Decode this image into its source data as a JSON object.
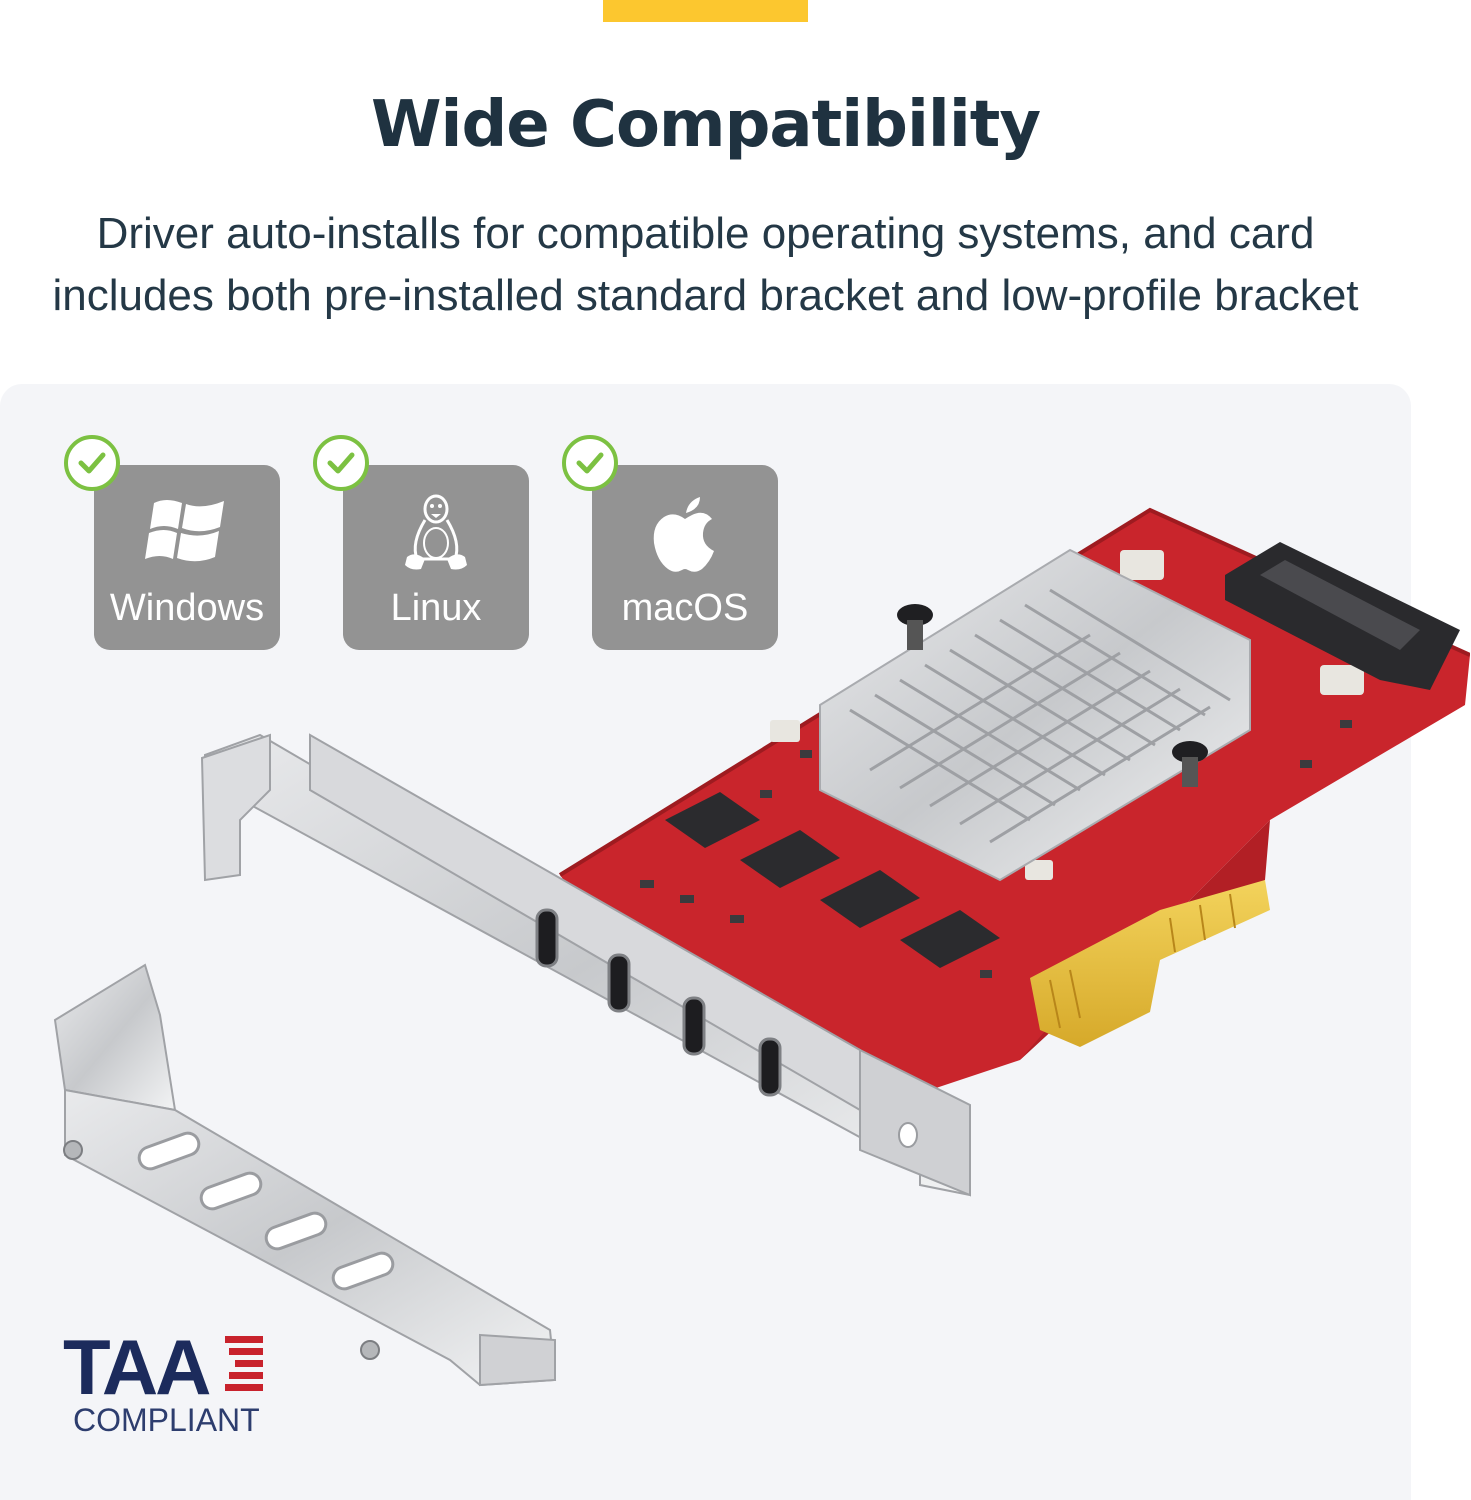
{
  "header": {
    "title": "Wide Compatibility",
    "subtitle_line1": "Driver auto-installs for compatible operating systems, and card",
    "subtitle_line2": "includes both pre-installed standard bracket and low-profile bracket"
  },
  "os_tiles": [
    {
      "label": "Windows",
      "icon": "windows-icon",
      "checked": true
    },
    {
      "label": "Linux",
      "icon": "linux-penguin-icon",
      "checked": true
    },
    {
      "label": "macOS",
      "icon": "apple-icon",
      "checked": true
    }
  ],
  "badge": {
    "main": "TAA",
    "sub": "COMPLIANT"
  },
  "colors": {
    "accent": "#fcc72f",
    "title": "#1f3240",
    "tile": "#939393",
    "check": "#7cc142",
    "pcb": "#c9252c",
    "taa": "#1c2b5c"
  }
}
